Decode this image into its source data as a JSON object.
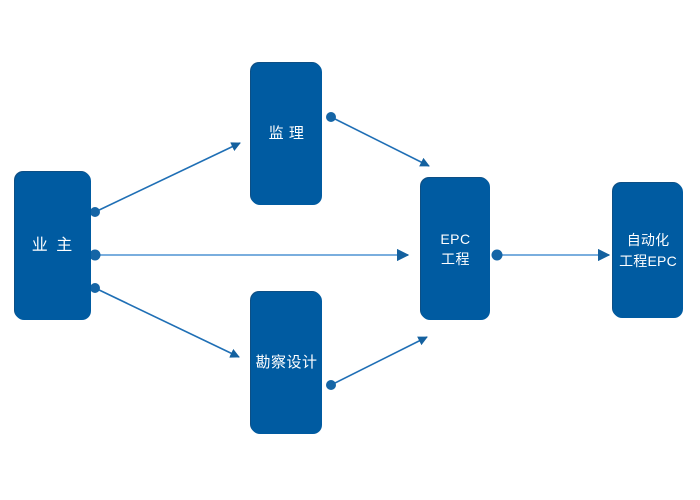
{
  "diagram": {
    "type": "flow-diagram",
    "title": "",
    "background_color": "#ffffff",
    "node_fill_color": "#005ba1",
    "node_text_color": "#ffffff",
    "connector_color": "#1f6fb5",
    "connector_light_color": "#5b9bd5",
    "arrow_color": "#1565a6",
    "nodes": [
      {
        "id": "owner",
        "label": "业 主",
        "shape": "rounded-rectangle"
      },
      {
        "id": "super",
        "label": "监 理",
        "shape": "rounded-rectangle"
      },
      {
        "id": "design",
        "label": "勘察设计",
        "shape": "rounded-rectangle"
      },
      {
        "id": "epc",
        "label": "EPC\n工程",
        "shape": "rounded-rectangle"
      },
      {
        "id": "auto",
        "label": "自动化\n工程EPC",
        "shape": "rounded-rectangle"
      }
    ],
    "edges": [
      {
        "id": "owner-to-super",
        "from": "owner",
        "to": "super",
        "style": "solid-line-with-dot-and-arrow"
      },
      {
        "id": "owner-to-epc",
        "from": "owner",
        "to": "epc",
        "style": "solid-line-with-dot-and-arrow"
      },
      {
        "id": "owner-to-design",
        "from": "owner",
        "to": "design",
        "style": "solid-line-with-dot-and-arrow"
      },
      {
        "id": "super-to-epc",
        "from": "super",
        "to": "epc",
        "style": "solid-line-with-dot-and-arrow"
      },
      {
        "id": "design-to-epc",
        "from": "design",
        "to": "epc",
        "style": "solid-line-with-dot-and-arrow"
      },
      {
        "id": "epc-to-auto",
        "from": "epc",
        "to": "auto",
        "style": "solid-line-with-dot-and-arrow"
      }
    ]
  }
}
